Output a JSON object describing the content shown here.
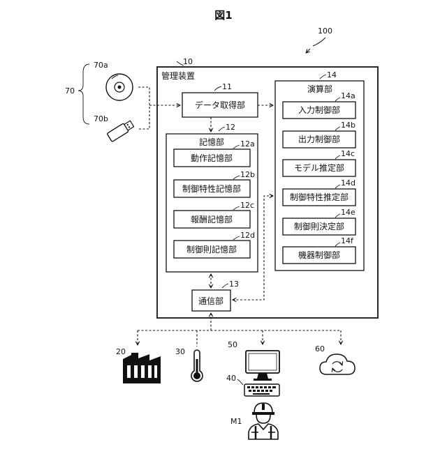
{
  "figure_title": "図1",
  "system_ref": "100",
  "management": {
    "title": "管理装置",
    "ref": "10"
  },
  "data_acquisition": {
    "label": "データ取得部",
    "ref": "11"
  },
  "storage": {
    "title": "記憶部",
    "ref": "12",
    "items": [
      {
        "label": "動作記憶部",
        "ref": "12a"
      },
      {
        "label": "制御特性記憶部",
        "ref": "12b"
      },
      {
        "label": "報酬記憶部",
        "ref": "12c"
      },
      {
        "label": "制御則記憶部",
        "ref": "12d"
      }
    ]
  },
  "compute": {
    "title": "演算部",
    "ref": "14",
    "items": [
      {
        "label": "入力制御部",
        "ref": "14a"
      },
      {
        "label": "出力制御部",
        "ref": "14b"
      },
      {
        "label": "モデル推定部",
        "ref": "14c"
      },
      {
        "label": "制御特性推定部",
        "ref": "14d"
      },
      {
        "label": "制御則決定部",
        "ref": "14e"
      },
      {
        "label": "機器制御部",
        "ref": "14f"
      }
    ]
  },
  "communication": {
    "label": "通信部",
    "ref": "13"
  },
  "media": {
    "ref": "70",
    "disc_ref": "70a",
    "usb_ref": "70b"
  },
  "devices": {
    "factory_ref": "20",
    "thermometer_ref": "30",
    "monitor_ref": "50",
    "keyboard_ref": "40",
    "cloud_ref": "60",
    "worker_ref": "M1"
  },
  "icons": [
    "disc-icon",
    "usb-drive-icon",
    "factory-icon",
    "thermometer-icon",
    "monitor-icon",
    "keyboard-icon",
    "cloud-sync-icon",
    "worker-icon"
  ]
}
